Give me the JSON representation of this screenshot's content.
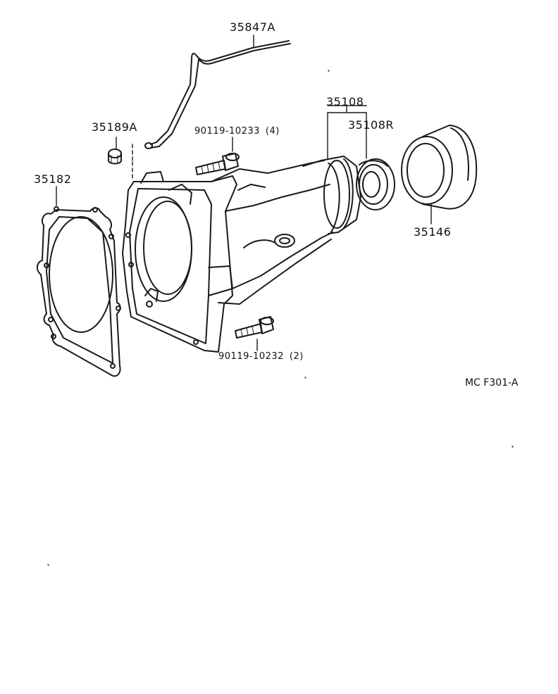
{
  "diagram": {
    "code": "MC F301-A",
    "parts": {
      "breather_tube": {
        "number": "35847A"
      },
      "plug": {
        "number": "35189A"
      },
      "bolt_upper": {
        "number": "90119-10233",
        "qty": "(4)"
      },
      "gasket": {
        "number": "35182"
      },
      "extension_housing": {
        "number": "35108"
      },
      "oil_seal": {
        "number": "35108R"
      },
      "dust_cover": {
        "number": "35146"
      },
      "bolt_lower": {
        "number": "90119-10232",
        "qty": "(2)"
      }
    }
  },
  "colors": {
    "line": "#1a1a1a",
    "background": "#ffffff"
  }
}
